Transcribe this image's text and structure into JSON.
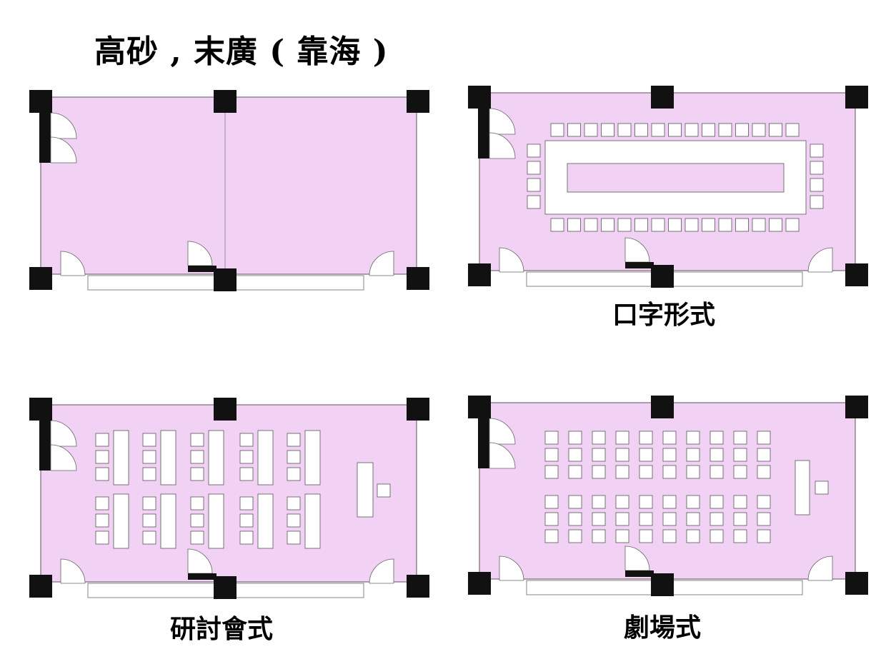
{
  "title": "高砂 , 末廣 ( 靠海 )",
  "colors": {
    "floor": "#f2d2f4",
    "wall": "#7a6a7a",
    "pillar": "#111111",
    "furniture_fill": "#ffffff",
    "furniture_stroke": "#555555"
  },
  "plans": [
    {
      "id": "empty",
      "caption": ""
    },
    {
      "id": "ushape",
      "caption": "口字形式"
    },
    {
      "id": "classroom",
      "caption": "研討會式"
    },
    {
      "id": "theater",
      "caption": "劇場式"
    }
  ]
}
